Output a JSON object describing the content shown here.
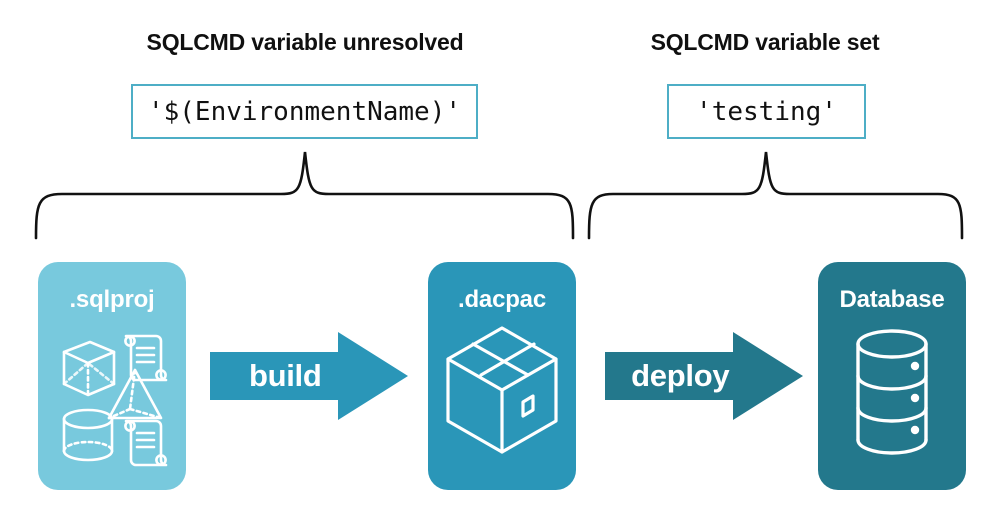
{
  "diagram": {
    "title_left": "SQLCMD variable unresolved",
    "title_right": "SQLCMD variable set",
    "code_left": "'$(EnvironmentName)'",
    "code_right": "'testing'",
    "stages": [
      {
        "key": "sqlproj",
        "label": ".sqlproj",
        "color": "#78c9dd",
        "icon": "sql-objects-icon"
      },
      {
        "key": "dacpac",
        "label": ".dacpac",
        "color": "#2a96b8",
        "icon": "package-box-icon"
      },
      {
        "key": "database",
        "label": "Database",
        "color": "#23788c",
        "icon": "database-cylinder-icon"
      }
    ],
    "arrows": [
      {
        "key": "build",
        "label": "build",
        "color": "#2a96b8",
        "icon": "arrow-right-icon"
      },
      {
        "key": "deploy",
        "label": "deploy",
        "color": "#23788c",
        "icon": "arrow-right-icon"
      }
    ],
    "braces": [
      {
        "key": "left",
        "icon": "curly-brace-icon",
        "spans": ".sqlproj build .dacpac"
      },
      {
        "key": "right",
        "icon": "curly-brace-icon",
        "spans": ".dacpac deploy Database"
      }
    ],
    "code_box_border_color": "#4eaec6",
    "brace_color": "#111111",
    "background": "#ffffff"
  }
}
